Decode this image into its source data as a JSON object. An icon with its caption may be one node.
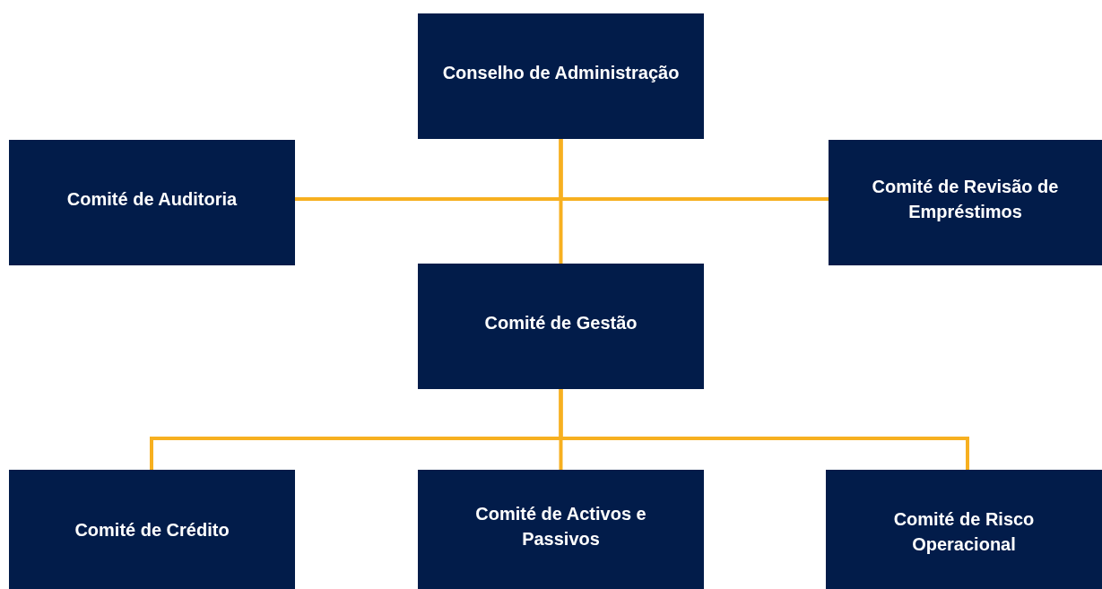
{
  "diagram": {
    "nodes": [
      {
        "text": [
          "Conselho de Administração"
        ]
      },
      {
        "text": [
          "Comité de Auditoria"
        ]
      },
      {
        "text": [
          "Comité de Revisão de Empréstimos"
        ]
      },
      {
        "text": [
          "Comité de Gestão"
        ]
      },
      {
        "text": [
          "Comité de Crédito"
        ]
      },
      {
        "text": [
          "Comité de Activos e Passivos"
        ]
      },
      {
        "text": [
          "Comité de Risco Operacional"
        ]
      }
    ],
    "edges": [
      {
        "from": 0,
        "to": 1,
        "arrow": "none"
      },
      {
        "from": 0,
        "to": 2,
        "arrow": "none"
      },
      {
        "from": 0,
        "to": 3,
        "arrow": "none"
      },
      {
        "from": 3,
        "to": 4,
        "arrow": "none"
      },
      {
        "from": 3,
        "to": 5,
        "arrow": "none"
      },
      {
        "from": 3,
        "to": 6,
        "arrow": "none"
      }
    ]
  }
}
